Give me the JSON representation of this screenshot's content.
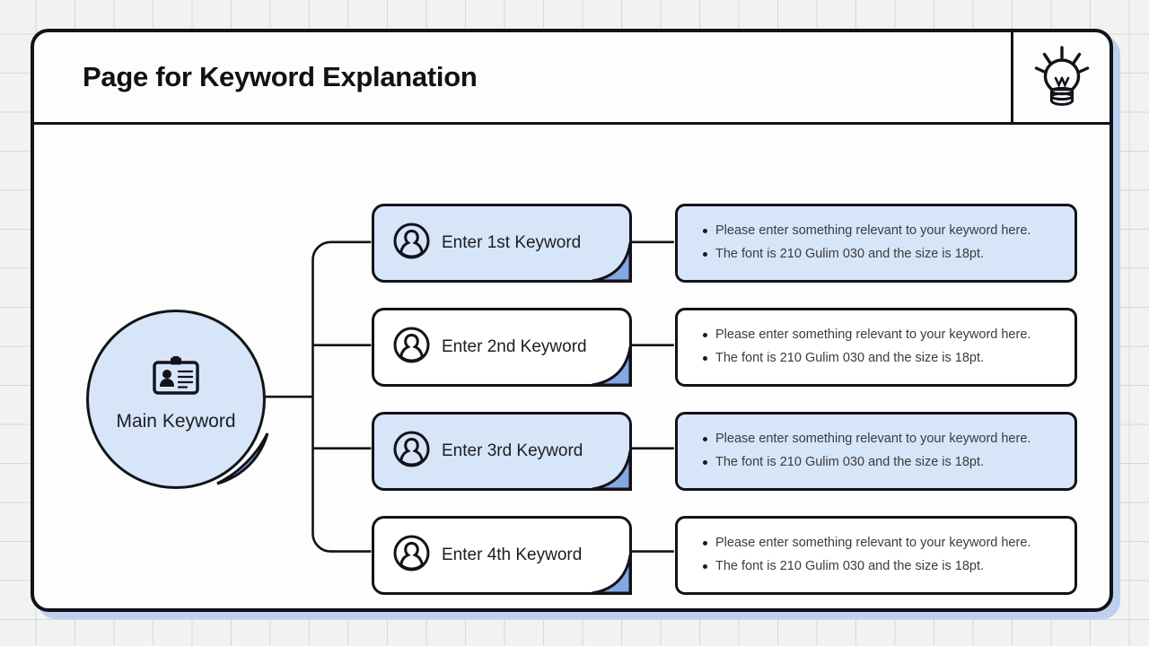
{
  "header": {
    "title": "Page for Keyword Explanation",
    "icon": "lightbulb-icon"
  },
  "main_node": {
    "label": "Main Keyword",
    "icon": "id-badge-icon",
    "fill": "#d7e5f8"
  },
  "colors": {
    "accent_fill": "#d7e5f8",
    "curl_fill": "#83a9e0",
    "outline": "#12121a",
    "background": "#f2f2f0",
    "grid_line": "#9696cd",
    "frame_shadow": "#bed0ef",
    "body_text": "#3b3b3f"
  },
  "rows": [
    {
      "keyword": "Enter 1st Keyword",
      "icon": "person-circle-icon",
      "highlighted": true,
      "bullets": [
        "Please enter something relevant to your keyword here.",
        "The font is 210 Gulim 030 and the size is 18pt."
      ]
    },
    {
      "keyword": "Enter 2nd Keyword",
      "icon": "person-circle-icon",
      "highlighted": false,
      "bullets": [
        "Please enter something relevant to your keyword here.",
        "The font is 210 Gulim 030 and the size is 18pt."
      ]
    },
    {
      "keyword": "Enter 3rd Keyword",
      "icon": "person-circle-icon",
      "highlighted": true,
      "bullets": [
        "Please enter something relevant to your keyword here.",
        "The font is 210 Gulim 030 and the size is 18pt."
      ]
    },
    {
      "keyword": "Enter 4th Keyword",
      "icon": "person-circle-icon",
      "highlighted": false,
      "bullets": [
        "Please enter something relevant to your keyword here.",
        "The font is 210 Gulim 030 and the size is 18pt."
      ]
    }
  ]
}
